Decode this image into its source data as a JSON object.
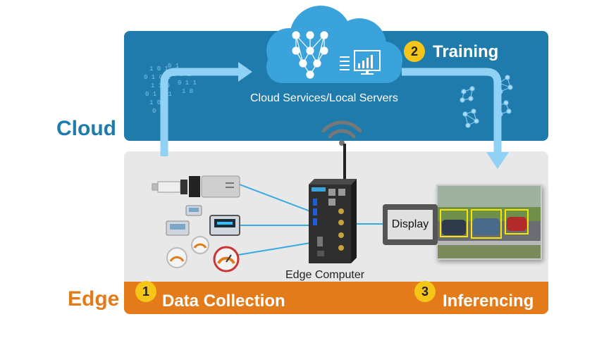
{
  "labels": {
    "cloud": "Cloud",
    "edge": "Edge",
    "cloud_services": "Cloud Services/Local Servers",
    "edge_computer": "Edge Computer",
    "display": "Display"
  },
  "steps": [
    {
      "number": "1",
      "label": "Data Collection"
    },
    {
      "number": "2",
      "label": "Training"
    },
    {
      "number": "3",
      "label": "Inferencing"
    }
  ],
  "colors": {
    "cloud_blue": "#1f7bac",
    "edge_orange": "#e37b1a",
    "badge_yellow": "#f5c518",
    "connector_blue": "#36a9e1",
    "arrow_light_blue": "#8fd2f5"
  }
}
